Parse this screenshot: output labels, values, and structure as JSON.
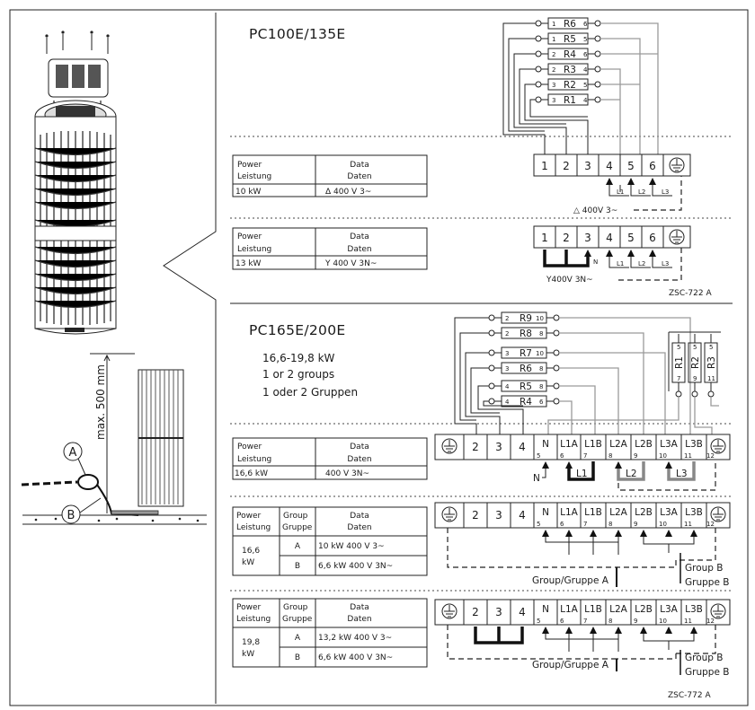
{
  "pc100": {
    "title": "PC100E/135E",
    "resistors": [
      "R6",
      "R5",
      "R4",
      "R3",
      "R2",
      "R1"
    ],
    "res_left": [
      "1",
      "1",
      "2",
      "2",
      "3",
      "3"
    ],
    "res_right": [
      "6",
      "5",
      "6",
      "4",
      "5",
      "4"
    ],
    "terminals": [
      "1",
      "2",
      "3",
      "4",
      "5",
      "6"
    ],
    "phases": [
      "L1",
      "L2",
      "L3"
    ],
    "neutral": "N",
    "delta_label": "△ 400V 3~",
    "star_label": "Y400V 3N~",
    "code": "ZSC-722 A",
    "table1": {
      "power": "Power",
      "leistung": "Leistung",
      "data": "Data",
      "daten": "Daten",
      "kw": "10 kW",
      "value": "Δ  400 V 3~"
    },
    "table2": {
      "power": "Power",
      "leistung": "Leistung",
      "data": "Data",
      "daten": "Daten",
      "kw": "13 kW",
      "value": "Y  400 V 3N~"
    }
  },
  "pc165": {
    "title": "PC165E/200E",
    "range": "16,6-19,8 kW",
    "groups_en": "1 or 2 groups",
    "groups_de": "1 oder 2 Gruppen",
    "resistors": [
      "R9",
      "R8",
      "R7",
      "R6",
      "R5",
      "R4"
    ],
    "res_left": [
      "2",
      "2",
      "3",
      "3",
      "4",
      "4"
    ],
    "res_right": [
      "10",
      "8",
      "10",
      "8",
      "8",
      "6"
    ],
    "vert_resistors": [
      "R1",
      "R2",
      "R3"
    ],
    "vert_top": [
      "5",
      "5",
      "5"
    ],
    "vert_bottom": [
      "7",
      "9",
      "11"
    ],
    "terminals": [
      "2",
      "3",
      "4",
      "N",
      "L1A",
      "L1B",
      "L2A",
      "L2B",
      "L3A",
      "L3B"
    ],
    "terminal_nums": [
      "5",
      "6",
      "7",
      "8",
      "9",
      "10",
      "11",
      "12"
    ],
    "phases": [
      "L1",
      "L2",
      "L3"
    ],
    "neutral": "N",
    "group_a": "Group/Gruppe A",
    "group_b1": "Group B",
    "group_b2": "Gruppe B",
    "code": "ZSC-772 A",
    "table1": {
      "power": "Power",
      "leistung": "Leistung",
      "data": "Data",
      "daten": "Daten",
      "kw": "16,6 kW",
      "value": "400 V 3N~"
    },
    "table2": {
      "power": "Power",
      "leistung": "Leistung",
      "group": "Group",
      "gruppe": "Gruppe",
      "data": "Data",
      "daten": "Daten",
      "kw1": "16,6",
      "kw2": "kW",
      "a": "A",
      "b": "B",
      "a_val": "10 kW 400 V 3~",
      "b_val": "6,6 kW 400 V 3N~"
    },
    "table3": {
      "power": "Power",
      "leistung": "Leistung",
      "group": "Group",
      "gruppe": "Gruppe",
      "data": "Data",
      "daten": "Daten",
      "kw1": "19,8",
      "kw2": "kW",
      "a": "A",
      "b": "B",
      "a_val": "13,2 kW 400 V 3~",
      "b_val": "6,6 kW 400 V 3N~"
    }
  },
  "install": {
    "max_label": "max. 500 mm",
    "a": "A",
    "b": "B"
  }
}
